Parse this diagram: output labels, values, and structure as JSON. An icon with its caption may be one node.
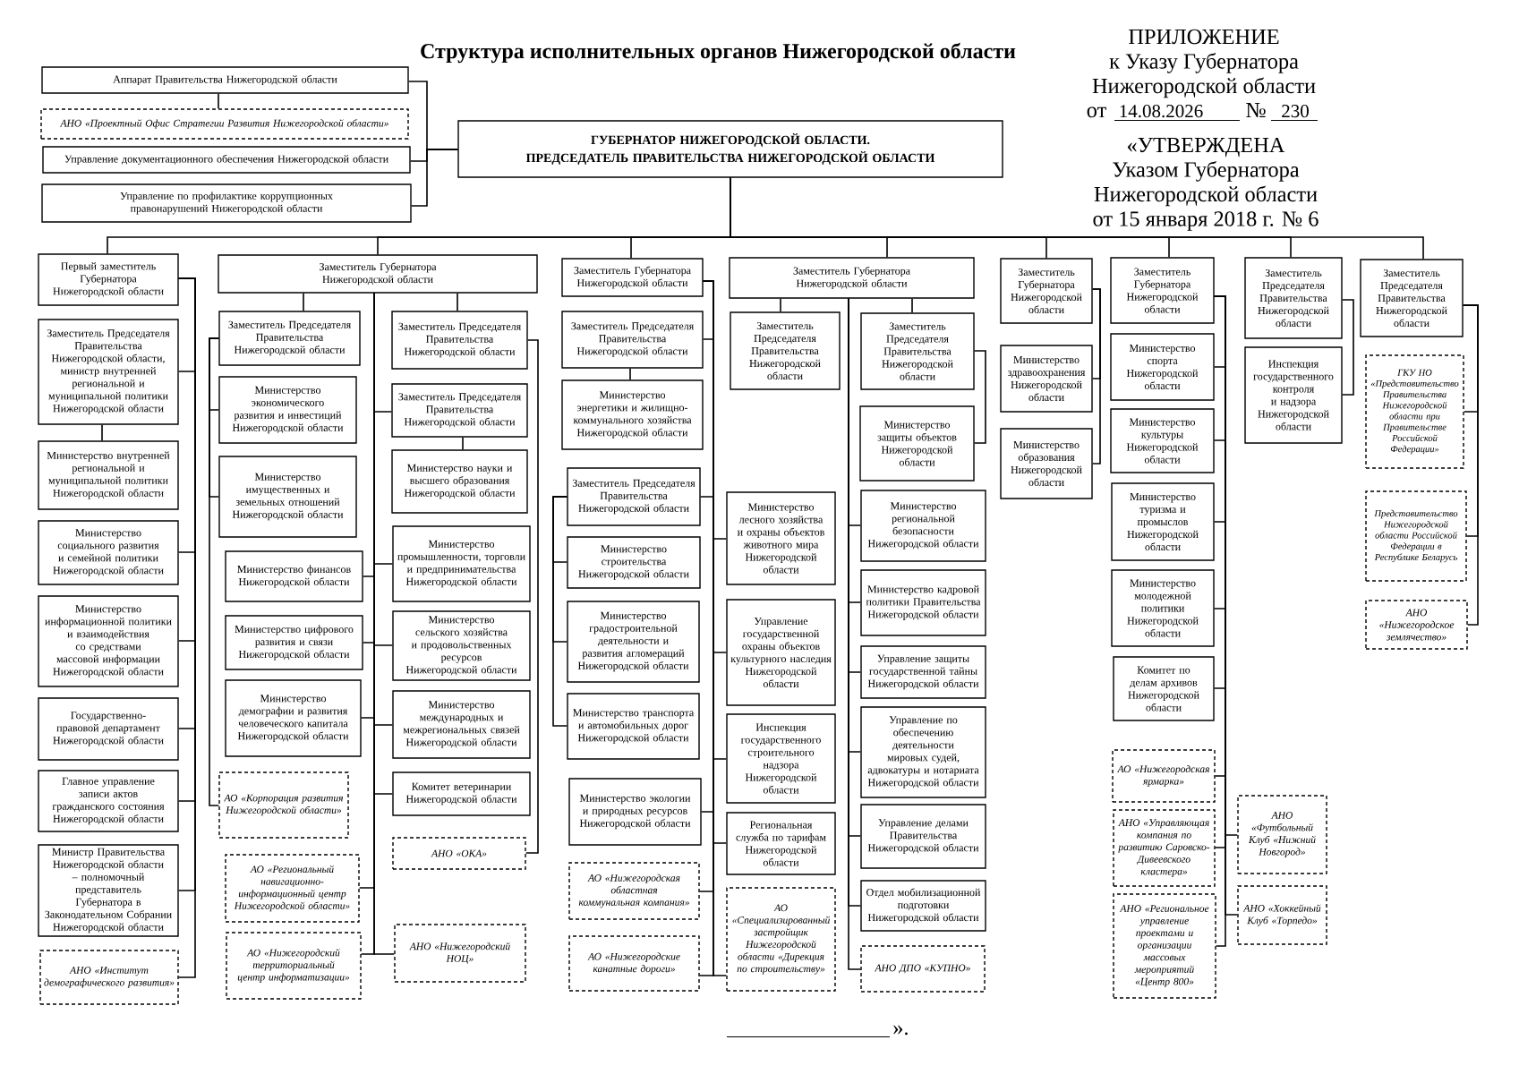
{
  "diagram": {
    "title": "Структура исполнительных органов Нижегородской области",
    "nodes": [
      {
        "text": [
          "Аппарат Правительства Нижегородской области"
        ]
      },
      {
        "text": [
          "АНО «Проектный Офис Стратегии Развития Нижегородской области»"
        ]
      },
      {
        "text": [
          "Управление документационного обеспечения Нижегородской области"
        ]
      },
      {
        "text": [
          "Управление по профилактике коррупционных правонарушений Нижегородской области"
        ]
      },
      {
        "text": [
          "ГУБЕРНАТОР НИЖЕГОРОДСКОЙ ОБЛАСТИ.",
          "ПРЕДСЕДАТЕЛЬ ПРАВИТЕЛЬСТВА НИЖЕГОРОДСКОЙ ОБЛАСТИ"
        ]
      },
      {
        "text": [
          "Первый заместитель Губернатора Нижегородской области"
        ]
      },
      {
        "text": [
          "Заместитель Председателя Правительства Нижегородской области, министр внутренней региональной и муниципальной политики Нижегородской области"
        ]
      },
      {
        "text": [
          "Министерство внутренней региональной и муниципальной политики Нижегородской области"
        ]
      },
      {
        "text": [
          "Министерство социального развития и семейной политики Нижегородской области"
        ]
      },
      {
        "text": [
          "Министерство информационной политики и взаимодействия со средствами массовой информации Нижегородской области"
        ]
      },
      {
        "text": [
          "Государственно-правовой департамент Нижегородской области"
        ]
      },
      {
        "text": [
          "Главное управление записи актов гражданского состояния Нижегородской области"
        ]
      },
      {
        "text": [
          "Министр Правительства Нижегородской области – полномочный представитель Губернатора в Законодательном Собрании Нижегородской области"
        ]
      },
      {
        "text": [
          "АНО «Институт демографического развития»"
        ]
      },
      {
        "text": [
          "Заместитель Губернатора Нижегородской области"
        ]
      },
      {
        "text": [
          "Заместитель Председателя Правительства Нижегородской области"
        ]
      },
      {
        "text": [
          "Министерство экономического развития и инвестиций Нижегородской области"
        ]
      },
      {
        "text": [
          "Министерство имущественных и земельных отношений Нижегородской области"
        ]
      },
      {
        "text": [
          "Министерство финансов Нижегородской области"
        ]
      },
      {
        "text": [
          "Министерство цифрового развития и связи Нижегородской области"
        ]
      },
      {
        "text": [
          "Министерство демографии и развития человеческого капитала Нижегородской области"
        ]
      },
      {
        "text": [
          "АО «Корпорация развития Нижегородской области»"
        ]
      },
      {
        "text": [
          "АО «Региональный навигационно-информационный центр Нижегородской области»"
        ]
      },
      {
        "text": [
          "АО «Нижегородский территориальный центр информатизации»"
        ]
      },
      {
        "text": [
          "Заместитель Председателя Правительства Нижегородской области"
        ]
      },
      {
        "text": [
          "Заместитель Председателя Правительства Нижегородской области"
        ]
      },
      {
        "text": [
          "Министерство науки и высшего образования Нижегородской области"
        ]
      },
      {
        "text": [
          "Министерство промышленности, торговли и предпринимательства Нижегородской области"
        ]
      },
      {
        "text": [
          "Министерство сельского хозяйства и продовольственных ресурсов Нижегородской области"
        ]
      },
      {
        "text": [
          "Министерство международных и межрегиональных связей Нижегородской области"
        ]
      },
      {
        "text": [
          "Комитет ветеринарии Нижегородской области"
        ]
      },
      {
        "text": [
          "АНО «ОКА»"
        ]
      },
      {
        "text": [
          "АНО «Нижегородский НОЦ»"
        ]
      },
      {
        "text": [
          "Заместитель Губернатора Нижегородской области"
        ]
      },
      {
        "text": [
          "Заместитель Председателя Правительства Нижегородской области"
        ]
      },
      {
        "text": [
          "Министерство энергетики и жилищно-коммунального хозяйства Нижегородской области"
        ]
      },
      {
        "text": [
          "Заместитель Председателя Правительства Нижегородской области"
        ]
      },
      {
        "text": [
          "Министерство строительства Нижегородской области"
        ]
      },
      {
        "text": [
          "Министерство градостроительной деятельности и развития агломераций Нижегородской области"
        ]
      },
      {
        "text": [
          "Министерство транспорта и автомобильных дорог Нижегородской области"
        ]
      },
      {
        "text": [
          "Министерство экологии и природных ресурсов Нижегородской области"
        ]
      },
      {
        "text": [
          "АО «Нижегородская областная коммунальная компания»"
        ]
      },
      {
        "text": [
          "АО «Нижегородские канатные дороги»"
        ]
      },
      {
        "text": [
          "Министерство лесного хозяйства и охраны объектов животного мира Нижегородской области"
        ]
      },
      {
        "text": [
          "Управление государственной охраны объектов культурного наследия Нижегородской области"
        ]
      },
      {
        "text": [
          "Инспекция государственного строительного надзора Нижегородской области"
        ]
      },
      {
        "text": [
          "Региональная служба по тарифам Нижегородской области"
        ]
      },
      {
        "text": [
          "АО «Специализированный застройщик Нижегородской области «Дирекция по строительству»"
        ]
      },
      {
        "text": [
          "Заместитель Губернатора Нижегородской области"
        ]
      },
      {
        "text": [
          "Заместитель Председателя Правительства Нижегородской области"
        ]
      },
      {
        "text": [
          "Заместитель Председателя Правительства Нижегородской области"
        ]
      },
      {
        "text": [
          "Министерство защиты объектов Нижегородской области"
        ]
      },
      {
        "text": [
          "Министерство региональной безопасности Нижегородской области"
        ]
      },
      {
        "text": [
          "Министерство кадровой политики Правительства Нижегородской области"
        ]
      },
      {
        "text": [
          "Управление защиты государственной тайны Нижегородской области"
        ]
      },
      {
        "text": [
          "Управление по обеспечению деятельности мировых судей, адвокатуры и нотариата Нижегородской области"
        ]
      },
      {
        "text": [
          "Управление делами Правительства Нижегородской области"
        ]
      },
      {
        "text": [
          "Отдел мобилизационной подготовки Нижегородской области"
        ]
      },
      {
        "text": [
          "АНО ДПО «КУПНО»"
        ]
      },
      {
        "text": [
          "Заместитель Губернатора Нижегородской области"
        ]
      },
      {
        "text": [
          "Министерство здравоохранения Нижегородской области"
        ]
      },
      {
        "text": [
          "Министерство образования Нижегородской области"
        ]
      },
      {
        "text": [
          "Заместитель Губернатора Нижегородской области"
        ]
      },
      {
        "text": [
          "Министерство спорта Нижегородской области"
        ]
      },
      {
        "text": [
          "Министерство культуры Нижегородской области"
        ]
      },
      {
        "text": [
          "Министерство туризма и промыслов Нижегородской области"
        ]
      },
      {
        "text": [
          "Министерство молодежной политики Нижегородской области"
        ]
      },
      {
        "text": [
          "Комитет по делам архивов Нижегородской области"
        ]
      },
      {
        "text": [
          "АО «Нижегородская ярмарка»"
        ]
      },
      {
        "text": [
          "АНО «Управляющая компания по развитию Саровско-Дивеевского кластера»"
        ]
      },
      {
        "text": [
          "АНО «Региональное управление проектами и организации массовых мероприятий «Центр 800»"
        ]
      },
      {
        "text": [
          "АНО «Футбольный Клуб «Нижний Новгород»"
        ]
      },
      {
        "text": [
          "АНО «Хоккейный Клуб «Торпедо»"
        ]
      },
      {
        "text": [
          "Заместитель Председателя Правительства Нижегородской области"
        ]
      },
      {
        "text": [
          "Инспекция государственного контроля и надзора Нижегородской области"
        ]
      },
      {
        "text": [
          "Заместитель Председателя Правительства Нижегородской области"
        ]
      },
      {
        "text": [
          "ГКУ НО «Представительство Правительства Нижегородской области при Правительстве Российской Федерации»"
        ]
      },
      {
        "text": [
          "Представительство Нижегородской области Российской Федерации в Республике Беларусь"
        ]
      },
      {
        "text": [
          "АНО «Нижегородское землячество»"
        ]
      }
    ],
    "edges": [
      {
        "from": 4,
        "to": 0,
        "arrow": "none"
      },
      {
        "from": 4,
        "to": 2,
        "arrow": "none"
      },
      {
        "from": 4,
        "to": 3,
        "arrow": "none"
      },
      {
        "from": 0,
        "to": 1,
        "arrow": "none"
      },
      {
        "from": 4,
        "to": 5,
        "arrow": "none"
      },
      {
        "from": 4,
        "to": 14,
        "arrow": "none"
      },
      {
        "from": 4,
        "to": 33,
        "arrow": "none"
      },
      {
        "from": 4,
        "to": 48,
        "arrow": "none"
      },
      {
        "from": 4,
        "to": 59,
        "arrow": "none"
      },
      {
        "from": 4,
        "to": 62,
        "arrow": "none"
      },
      {
        "from": 4,
        "to": 73,
        "arrow": "none"
      },
      {
        "from": 4,
        "to": 75,
        "arrow": "none"
      },
      {
        "from": 5,
        "to": 6,
        "arrow": "none"
      },
      {
        "from": 5,
        "to": 8,
        "arrow": "none"
      },
      {
        "from": 5,
        "to": 9,
        "arrow": "none"
      },
      {
        "from": 5,
        "to": 10,
        "arrow": "none"
      },
      {
        "from": 5,
        "to": 11,
        "arrow": "none"
      },
      {
        "from": 5,
        "to": 12,
        "arrow": "none"
      },
      {
        "from": 5,
        "to": 13,
        "arrow": "none"
      },
      {
        "from": 6,
        "to": 7,
        "arrow": "none"
      },
      {
        "from": 14,
        "to": 15,
        "arrow": "none"
      },
      {
        "from": 14,
        "to": 24,
        "arrow": "none"
      },
      {
        "from": 15,
        "to": 16,
        "arrow": "none"
      },
      {
        "from": 15,
        "to": 17,
        "arrow": "none"
      },
      {
        "from": 15,
        "to": 21,
        "arrow": "none"
      },
      {
        "from": 14,
        "to": 18,
        "arrow": "none"
      },
      {
        "from": 14,
        "to": 19,
        "arrow": "none"
      },
      {
        "from": 14,
        "to": 20,
        "arrow": "none"
      },
      {
        "from": 14,
        "to": 22,
        "arrow": "none"
      },
      {
        "from": 14,
        "to": 23,
        "arrow": "none"
      },
      {
        "from": 14,
        "to": 25,
        "arrow": "none"
      },
      {
        "from": 14,
        "to": 27,
        "arrow": "none"
      },
      {
        "from": 14,
        "to": 28,
        "arrow": "none"
      },
      {
        "from": 14,
        "to": 29,
        "arrow": "none"
      },
      {
        "from": 14,
        "to": 30,
        "arrow": "none"
      },
      {
        "from": 14,
        "to": 32,
        "arrow": "none"
      },
      {
        "from": 24,
        "to": 31,
        "arrow": "none"
      },
      {
        "from": 25,
        "to": 26,
        "arrow": "none"
      },
      {
        "from": 33,
        "to": 34,
        "arrow": "none"
      },
      {
        "from": 33,
        "to": 36,
        "arrow": "none"
      },
      {
        "from": 33,
        "to": 40,
        "arrow": "none"
      },
      {
        "from": 33,
        "to": 41,
        "arrow": "none"
      },
      {
        "from": 33,
        "to": 42,
        "arrow": "none"
      },
      {
        "from": 33,
        "to": 43,
        "arrow": "none"
      },
      {
        "from": 33,
        "to": 44,
        "arrow": "none"
      },
      {
        "from": 33,
        "to": 45,
        "arrow": "none"
      },
      {
        "from": 33,
        "to": 46,
        "arrow": "none"
      },
      {
        "from": 33,
        "to": 47,
        "arrow": "none"
      },
      {
        "from": 34,
        "to": 35,
        "arrow": "none"
      },
      {
        "from": 36,
        "to": 37,
        "arrow": "none"
      },
      {
        "from": 36,
        "to": 38,
        "arrow": "none"
      },
      {
        "from": 36,
        "to": 39,
        "arrow": "none"
      },
      {
        "from": 48,
        "to": 49,
        "arrow": "none"
      },
      {
        "from": 48,
        "to": 50,
        "arrow": "none"
      },
      {
        "from": 48,
        "to": 52,
        "arrow": "none"
      },
      {
        "from": 48,
        "to": 53,
        "arrow": "none"
      },
      {
        "from": 48,
        "to": 54,
        "arrow": "none"
      },
      {
        "from": 48,
        "to": 55,
        "arrow": "none"
      },
      {
        "from": 48,
        "to": 56,
        "arrow": "none"
      },
      {
        "from": 48,
        "to": 57,
        "arrow": "none"
      },
      {
        "from": 48,
        "to": 58,
        "arrow": "none"
      },
      {
        "from": 50,
        "to": 51,
        "arrow": "none"
      },
      {
        "from": 59,
        "to": 60,
        "arrow": "none"
      },
      {
        "from": 59,
        "to": 61,
        "arrow": "none"
      },
      {
        "from": 62,
        "to": 63,
        "arrow": "none"
      },
      {
        "from": 62,
        "to": 64,
        "arrow": "none"
      },
      {
        "from": 62,
        "to": 65,
        "arrow": "none"
      },
      {
        "from": 62,
        "to": 66,
        "arrow": "none"
      },
      {
        "from": 62,
        "to": 67,
        "arrow": "none"
      },
      {
        "from": 62,
        "to": 68,
        "arrow": "none"
      },
      {
        "from": 62,
        "to": 69,
        "arrow": "none"
      },
      {
        "from": 62,
        "to": 70,
        "arrow": "none"
      },
      {
        "from": 62,
        "to": 71,
        "arrow": "none"
      },
      {
        "from": 62,
        "to": 72,
        "arrow": "none"
      },
      {
        "from": 73,
        "to": 74,
        "arrow": "none"
      },
      {
        "from": 75,
        "to": 76,
        "arrow": "none"
      },
      {
        "from": 75,
        "to": 77,
        "arrow": "none"
      },
      {
        "from": 75,
        "to": 78,
        "arrow": "none"
      }
    ],
    "labels": [
      "ПРИЛОЖЕНИЕ",
      "к Указу Губернатора",
      "Нижегородской области",
      "от",
      "14.08.2026",
      "№",
      "230",
      "«УТВЕРЖДЕНА",
      "Указом Губернатора",
      "Нижегородской области",
      "от 15 января 2018 г. № 6",
      "»."
    ]
  }
}
